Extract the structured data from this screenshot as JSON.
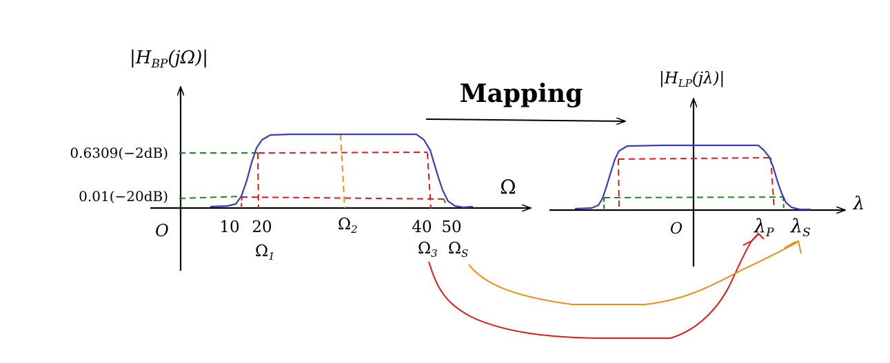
{
  "bandpass": {
    "ylabel": "|H",
    "ylabel_sub": "BP",
    "ylabel_rest": "(jΩ)|",
    "xlabel": "Ω",
    "origin": "O",
    "level_pass": "0.6309(−2dB)",
    "level_stop": "0.01(−20dB)",
    "ticks": [
      "10",
      "20",
      "40",
      "50"
    ],
    "omega1": "Ω",
    "omega1_sub": "1",
    "omega2": "Ω",
    "omega2_sub": "2",
    "omega3": "Ω",
    "omega3_sub": "3",
    "omegaS": "Ω",
    "omegaS_sub": "S"
  },
  "mapping_label": "Mapping",
  "lowpass": {
    "ylabel": "|H",
    "ylabel_sub": "LP",
    "ylabel_rest": "(jλ)|",
    "xlabel": "λ",
    "origin": "O",
    "lambdaP": "λ",
    "lambdaP_sub": "P",
    "lambdaS": "λ",
    "lambdaS_sub": "S"
  },
  "colors": {
    "axis": "#000000",
    "response": "#3b3bb8",
    "passband_guide": "#e01818",
    "stopband_guide": "#1a8a1a",
    "center_guide": "#f08a10",
    "map_passband_edge": "#e01818",
    "map_stopband_edge": "#f08a10"
  }
}
